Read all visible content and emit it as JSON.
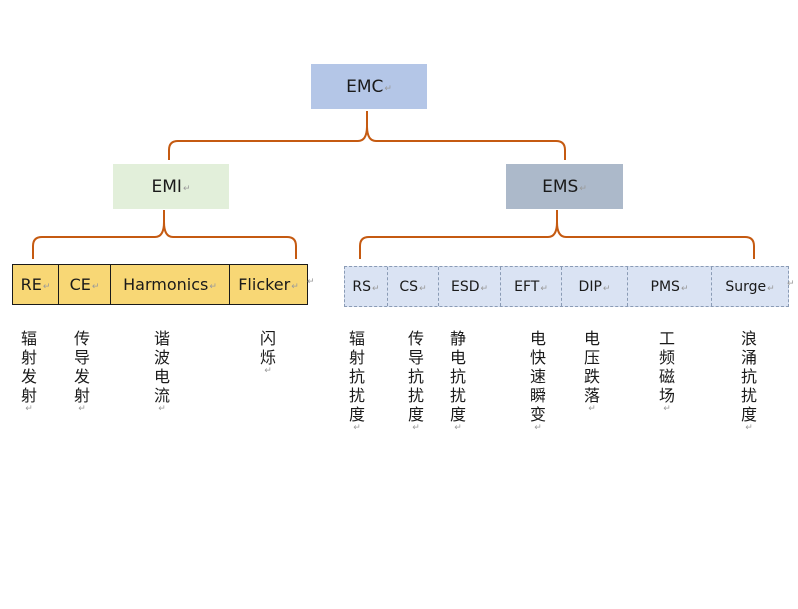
{
  "root": {
    "label": "EMC"
  },
  "branches": {
    "emi": {
      "label": "EMI"
    },
    "ems": {
      "label": "EMS"
    }
  },
  "emi_items": [
    {
      "code": "RE",
      "desc": "辐射发射"
    },
    {
      "code": "CE",
      "desc": "传导发射"
    },
    {
      "code": "Harmonics",
      "desc": "谐波电流"
    },
    {
      "code": "Flicker",
      "desc": "闪烁"
    }
  ],
  "ems_items": [
    {
      "code": "RS",
      "desc": "辐射抗扰度"
    },
    {
      "code": "CS",
      "desc": "传导抗扰度"
    },
    {
      "code": "ESD",
      "desc": "静电抗扰度"
    },
    {
      "code": "EFT",
      "desc": "电快速瞬变"
    },
    {
      "code": "DIP",
      "desc": "电压跌落"
    },
    {
      "code": "PMS",
      "desc": "工频磁场"
    },
    {
      "code": "Surge",
      "desc": "浪涌抗扰度"
    }
  ],
  "colors": {
    "connector": "#c55a11",
    "emc_fill": "#b4c6e7",
    "emi_fill": "#e2efda",
    "ems_fill": "#acb9ca",
    "emi_table_fill": "#f8d775",
    "ems_table_fill": "#dae3f3"
  }
}
